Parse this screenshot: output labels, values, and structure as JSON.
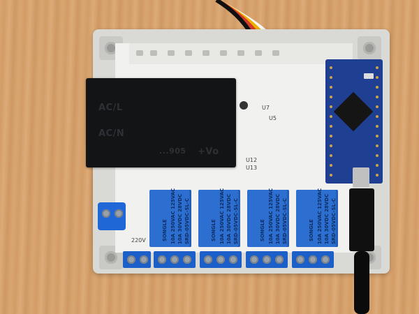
{
  "power_module": {
    "left_labels": [
      "AC/L",
      "AC/N"
    ],
    "right_label": "+Vo",
    "model_text": "...905"
  },
  "pcb": {
    "labels": [
      "U12",
      "U13",
      "U7",
      "U5",
      "220V"
    ]
  },
  "relays": [
    {
      "brand": "SONGLE",
      "rating1": "10A 250VAC 125VAC",
      "rating2": "10A 30VDC 28VDC",
      "model": "SRD-05VDC-SL-C"
    },
    {
      "brand": "SONGLE",
      "rating1": "10A 250VAC 125VAC",
      "rating2": "10A 30VDC 28VDC",
      "model": "SRD-05VDC-SL-C"
    },
    {
      "brand": "SONGLE",
      "rating1": "10A 250VAC 125VAC",
      "rating2": "10A 30VDC 28VDC",
      "model": "SRD-05VDC-SL-C"
    },
    {
      "brand": "SONGLE",
      "rating1": "10A 250VAC 125VAC",
      "rating2": "10A 30VDC 28VDC",
      "model": "SRD-05VDC-SL-C"
    }
  ],
  "wires": {
    "colors": [
      "#111111",
      "#d33b2d",
      "#f0b000",
      "#f7f7f7"
    ]
  }
}
